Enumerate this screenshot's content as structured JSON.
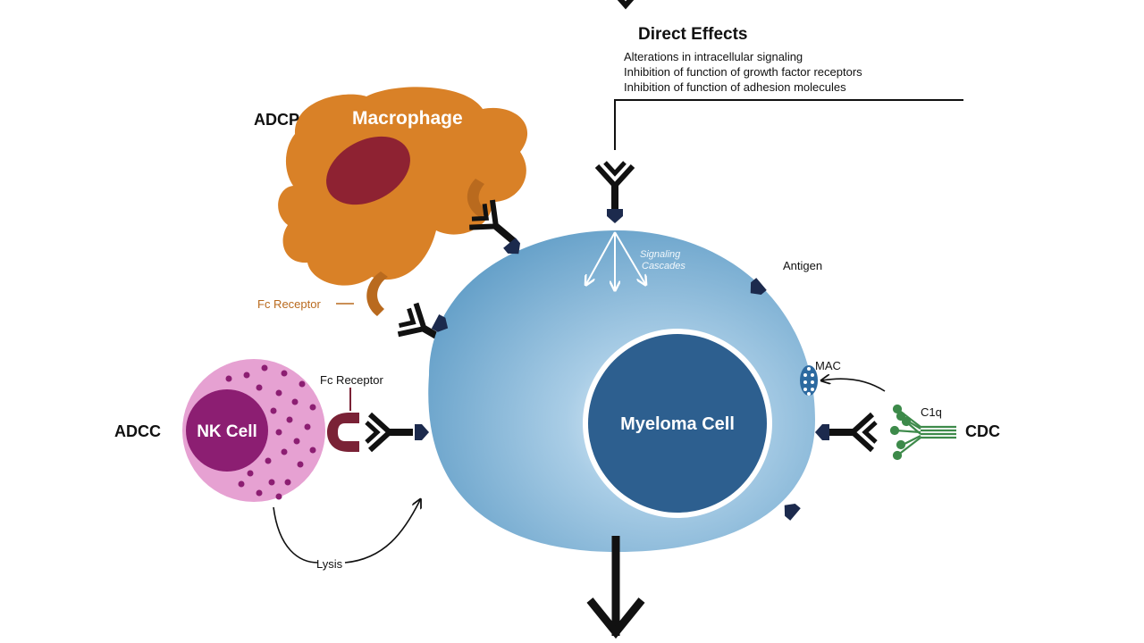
{
  "labels": {
    "direct_effects_title": "Direct Effects",
    "direct_effects_items": [
      "Alterations in intracellular signaling",
      "Inhibition of function of growth factor receptors",
      "Inhibition of function of adhesion molecules"
    ],
    "adcp": "ADCP",
    "macrophage": "Macrophage",
    "fc_receptor_macrophage": "Fc  Receptor",
    "adcc": "ADCC",
    "nk_cell": "NK Cell",
    "fc_receptor_nk": "Fc  Receptor",
    "lysis": "Lysis",
    "signaling_line1": "Signaling",
    "signaling_line2": "Cascades",
    "antigen": "Antigen",
    "mac": "MAC",
    "c1q": "C1q",
    "cdc": "CDC",
    "myeloma_cell": "Myeloma Cell"
  },
  "colors": {
    "macrophage": "#d98127",
    "macrophage_nucleus": "#8e2232",
    "fc_receptor_macrophage": "#b96a1e",
    "myeloma_outer": "#6ea6cc",
    "myeloma_nucleus": "#2d5f8f",
    "nk_cell_outer": "#e6a1d2",
    "nk_cell_nucleus": "#8c1e72",
    "fc_receptor_nk": "#7a2236",
    "antibody": "#111111",
    "antigen": "#1c2a4d",
    "c1q": "#3d8a4a",
    "mac": "#2d6aa0"
  }
}
